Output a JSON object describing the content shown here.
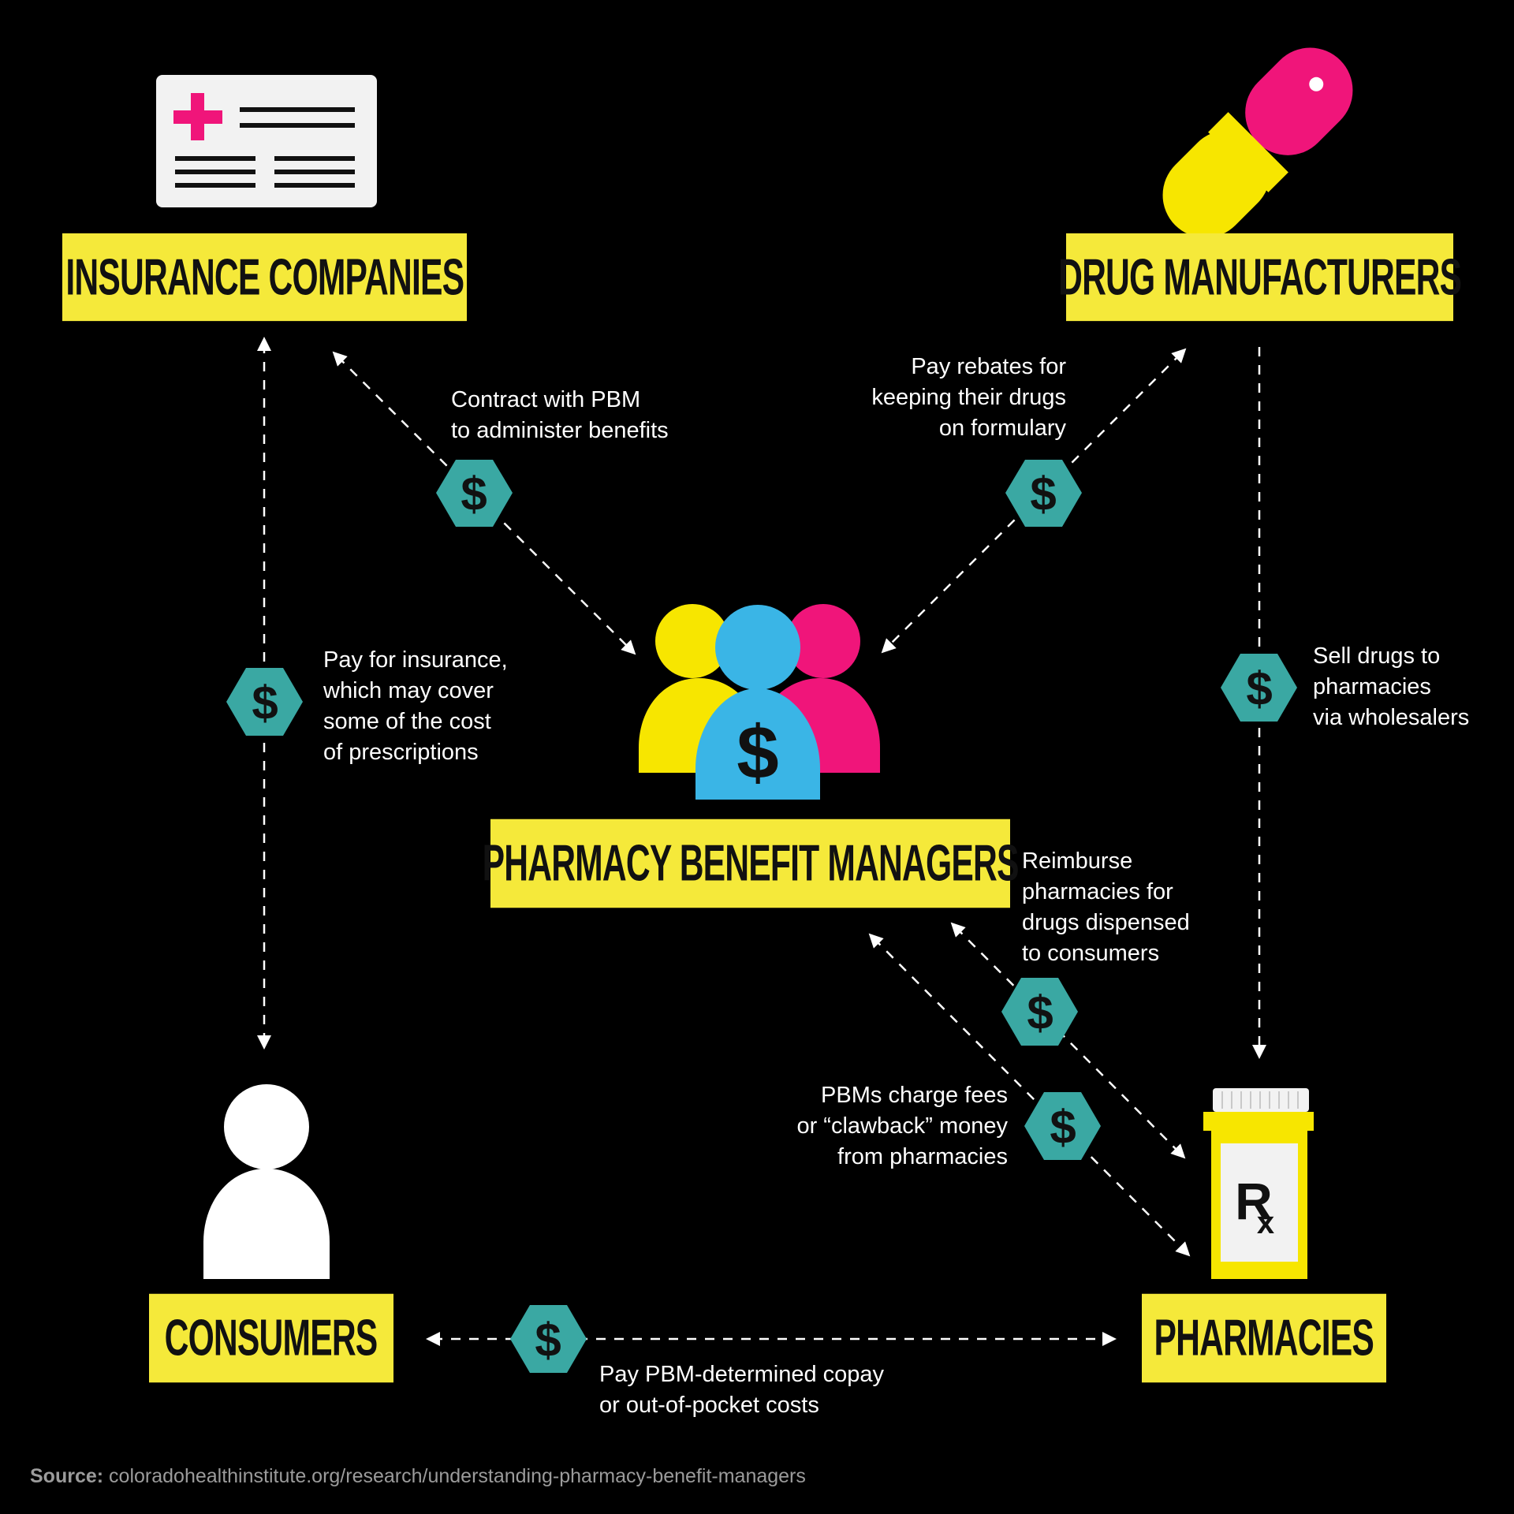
{
  "nodes": {
    "insurance": "INSURANCE COMPANIES",
    "drug_manufacturers": "DRUG MANUFACTURERS",
    "pbm": "PHARMACY BENEFIT MANAGERS",
    "consumers": "CONSUMERS",
    "pharmacies": "PHARMACIES"
  },
  "notes": {
    "contract": "Contract with PBM\nto administer benefits",
    "rebates": "Pay rebates for\nkeeping their drugs\non formulary",
    "pay_insurance": "Pay for insurance,\nwhich may cover\nsome of the cost\nof prescriptions",
    "sell_drugs": "Sell drugs to\npharmacies\nvia wholesalers",
    "reimburse": "Reimburse\npharmacies for\ndrugs dispensed\nto consumers",
    "clawback": "PBMs charge fees\nor “clawback” money\nfrom pharmacies",
    "copay": "Pay PBM-determined copay\nor out-of-pocket costs"
  },
  "symbols": {
    "dollar": "$",
    "rx_r": "R",
    "rx_x": "x"
  },
  "source": {
    "label": "Source:",
    "url": "coloradohealthinstitute.org/research/understanding-pharmacy-benefit-managers"
  },
  "colors": {
    "background": "#000000",
    "label_yellow": "#f5e93a",
    "teal": "#3aa8a3",
    "magenta": "#f0157a",
    "cyan": "#3ab5e6",
    "pill_yellow": "#f7e600"
  }
}
